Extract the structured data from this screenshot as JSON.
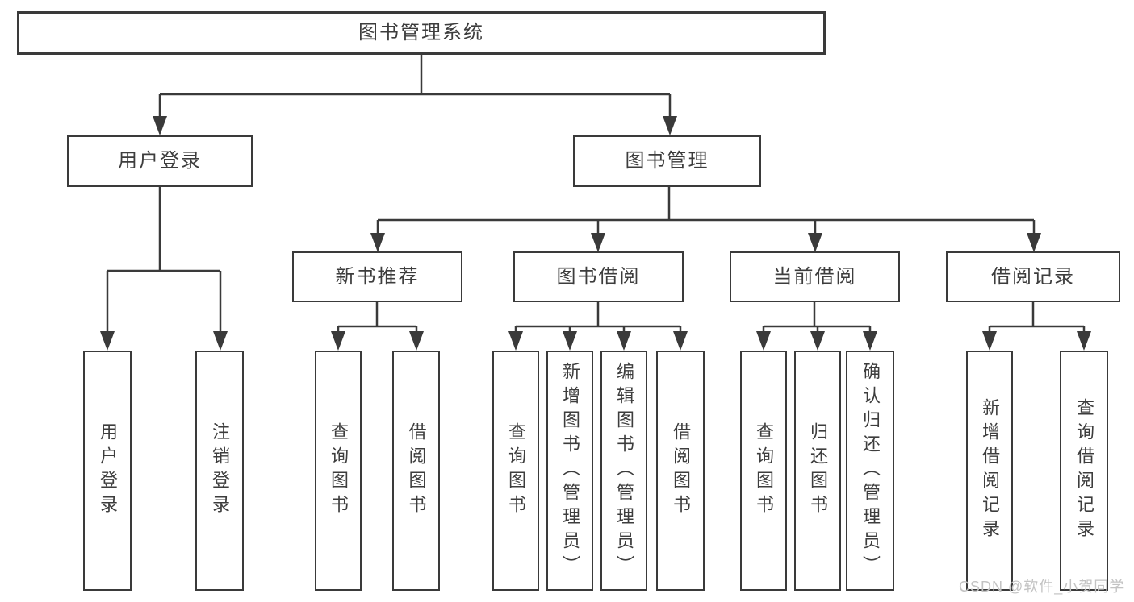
{
  "colors": {
    "line": "#3a3a3a",
    "box_border": "#3a3a3a",
    "box_fill": "#ffffff",
    "text": "#3d3d3d",
    "watermark": "#c3c3c3",
    "background": "#ffffff"
  },
  "diagram": {
    "root": {
      "label": "图书管理系统"
    },
    "level2": [
      {
        "label": "用户登录",
        "parent": "图书管理系统"
      },
      {
        "label": "图书管理",
        "parent": "图书管理系统"
      }
    ],
    "level3": [
      {
        "label": "新书推荐",
        "parent": "图书管理"
      },
      {
        "label": "图书借阅",
        "parent": "图书管理"
      },
      {
        "label": "当前借阅",
        "parent": "图书管理"
      },
      {
        "label": "借阅记录",
        "parent": "图书管理"
      }
    ],
    "leaves": [
      {
        "label": "用户登录",
        "parent": "用户登录"
      },
      {
        "label": "注销登录",
        "parent": "用户登录"
      },
      {
        "label": "查询图书",
        "parent": "新书推荐"
      },
      {
        "label": "借阅图书",
        "parent": "新书推荐"
      },
      {
        "label": "查询图书",
        "parent": "图书借阅"
      },
      {
        "label": "新增图书（管理员）",
        "parent": "图书借阅"
      },
      {
        "label": "编辑图书（管理员）",
        "parent": "图书借阅"
      },
      {
        "label": "借阅图书",
        "parent": "图书借阅"
      },
      {
        "label": "查询图书",
        "parent": "当前借阅"
      },
      {
        "label": "归还图书",
        "parent": "当前借阅"
      },
      {
        "label": "确认归还（管理员）",
        "parent": "当前借阅"
      },
      {
        "label": "新增借阅记录",
        "parent": "借阅记录"
      },
      {
        "label": "查询借阅记录",
        "parent": "借阅记录"
      }
    ]
  },
  "watermark": {
    "text": "CSDN @软件_小贺同学"
  }
}
